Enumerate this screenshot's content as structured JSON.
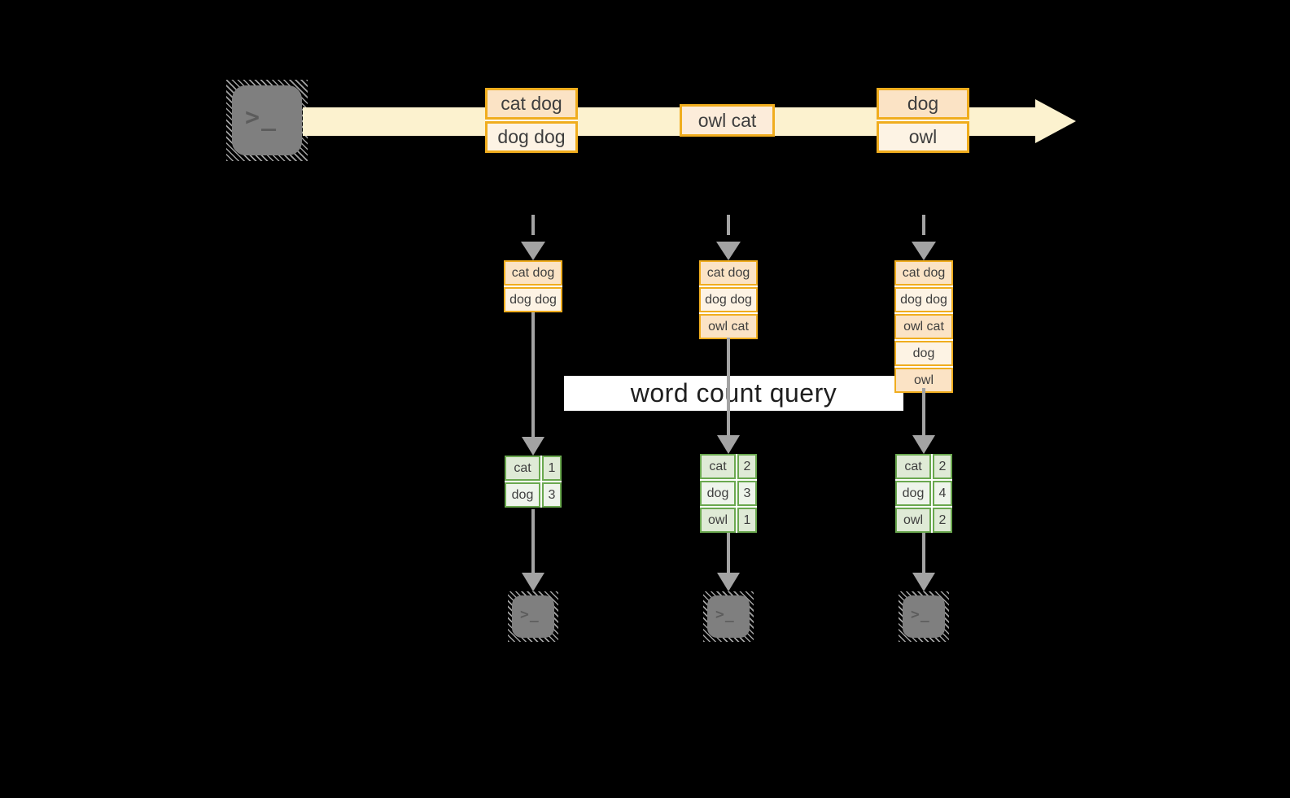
{
  "icons": {
    "terminal_prompt": ">_"
  },
  "query": {
    "label": "word count query"
  },
  "stream": {
    "events": [
      {
        "cells": [
          "cat dog",
          "dog dog"
        ]
      },
      {
        "cells": [
          "owl cat"
        ]
      },
      {
        "cells": [
          "dog",
          "owl"
        ]
      }
    ]
  },
  "pipelines": [
    {
      "buffer": [
        "cat dog",
        "dog dog"
      ],
      "counts": [
        {
          "word": "cat",
          "value": "1"
        },
        {
          "word": "dog",
          "value": "3"
        }
      ]
    },
    {
      "buffer": [
        "cat dog",
        "dog dog",
        "owl cat"
      ],
      "counts": [
        {
          "word": "cat",
          "value": "2"
        },
        {
          "word": "dog",
          "value": "3"
        },
        {
          "word": "owl",
          "value": "1"
        }
      ]
    },
    {
      "buffer": [
        "cat dog",
        "dog dog",
        "owl cat",
        "dog",
        "owl"
      ],
      "counts": [
        {
          "word": "cat",
          "value": "2"
        },
        {
          "word": "dog",
          "value": "4"
        },
        {
          "word": "owl",
          "value": "2"
        }
      ]
    }
  ],
  "colors": {
    "stream_band": "#fcf2cf",
    "event_border": "#f0ad1e",
    "event_fill_dark": "#fbe3c5",
    "event_fill_light": "#fdf3e4",
    "event_fill_medium": "#fcecda",
    "table_border": "#6aa84f",
    "table_fill_dark": "#dfead6",
    "table_fill_light": "#eef4eb",
    "arrow_gray": "#a3a3a3",
    "terminal_gray": "#7f7f7f",
    "query_background": "#ffffff",
    "text": "#3e3e3e"
  }
}
